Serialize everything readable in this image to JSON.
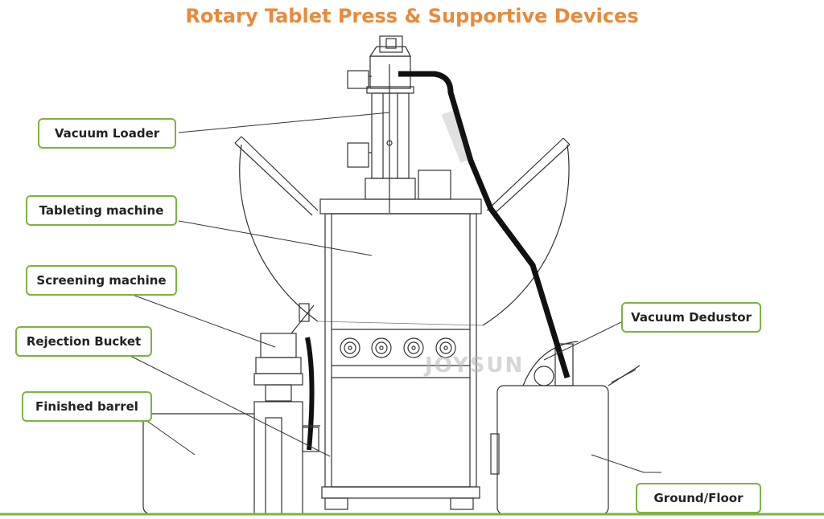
{
  "title": "Rotary Tablet Press & Supportive Devices",
  "labels": {
    "vacuum_loader": "Vacuum Loader",
    "tableting_machine": "Tableting machine",
    "screening_machine": "Screening machine",
    "rejection_bucket": "Rejection Bucket",
    "finished_barrel": "Finished barrel",
    "vacuum_dedustor": "Vacuum Dedustor",
    "ground_floor": "Ground/Floor"
  },
  "watermark": "JOYSUN",
  "colors": {
    "title": "#e88a3c",
    "label_border": "#7cb342",
    "ground_line": "#7cb342",
    "line_art": "#333333"
  }
}
